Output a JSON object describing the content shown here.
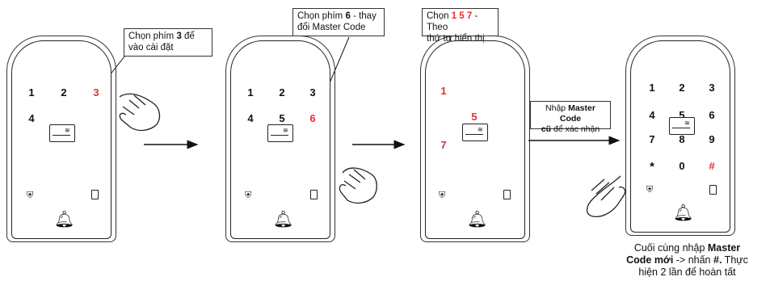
{
  "panel1": {
    "keys": [
      "1",
      "2",
      "3",
      "4"
    ],
    "callout": {
      "pre": "Chọn phím ",
      "key": "3",
      "post": " để",
      "line2": "vào cài đặt"
    }
  },
  "panel2": {
    "keys": [
      "1",
      "2",
      "3",
      "4",
      "5",
      "6"
    ],
    "callout": {
      "pre": "Chọn phím ",
      "key": "6",
      "post": " - thay",
      "line2": "đổi Master Code"
    }
  },
  "panel3": {
    "keys": [
      "1",
      "5",
      "7"
    ],
    "callout": {
      "pre": "Chọn ",
      "keys": "1 5 7",
      "post": " - Theo",
      "line2": "thứ tự hiển thị"
    }
  },
  "arrow3": {
    "pre": "Nhập ",
    "bold": "Master Code",
    "bold2": "cũ",
    "post": " để xác nhận"
  },
  "panel4": {
    "keys": [
      "1",
      "2",
      "3",
      "4",
      "5",
      "6",
      "7",
      "8",
      "9",
      "*",
      "0",
      "#"
    ]
  },
  "final_note": {
    "line1_pre": "Cuối cùng nhập ",
    "line1_bold": "Master",
    "line2_bold": "Code mới",
    "line2_post": " -> nhấn ",
    "line2_bold2": "#.",
    "line2_end": " Thực",
    "line3": "hiện 2 lần để hoàn tất"
  },
  "colors": {
    "highlight": "#e03030",
    "outline": "#222222",
    "dark_panel": "#111111"
  }
}
